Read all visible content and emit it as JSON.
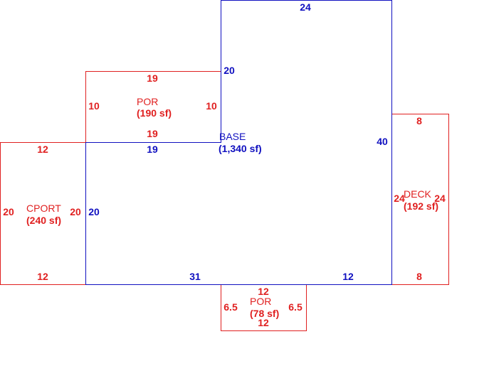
{
  "colors": {
    "base": "#1010c0",
    "addition": "#e02020",
    "background": "#ffffff"
  },
  "base": {
    "name": "BASE",
    "area": "(1,340 sf)",
    "dim_top": "24",
    "dim_right": "40",
    "dim_notch_left": "20",
    "dim_notch_bottom": "19",
    "dim_left": "20",
    "dim_bottom_left": "31",
    "dim_bottom_right": "12"
  },
  "porch_top": {
    "name": "POR",
    "area": "(190 sf)",
    "dim_top": "19",
    "dim_left": "10",
    "dim_right": "10",
    "dim_bottom": "19"
  },
  "carport": {
    "name": "CPORT",
    "area": "(240 sf)",
    "dim_top": "12",
    "dim_left": "20",
    "dim_right": "20",
    "dim_bottom": "12"
  },
  "deck": {
    "name": "DECK",
    "area": "(192 sf)",
    "dim_top": "8",
    "dim_left": "24",
    "dim_right": "24",
    "dim_bottom": "8"
  },
  "porch_bottom": {
    "name": "POR",
    "area": "(78 sf)",
    "dim_top": "12",
    "dim_left": "6.5",
    "dim_right": "6.5",
    "dim_bottom": "12"
  }
}
